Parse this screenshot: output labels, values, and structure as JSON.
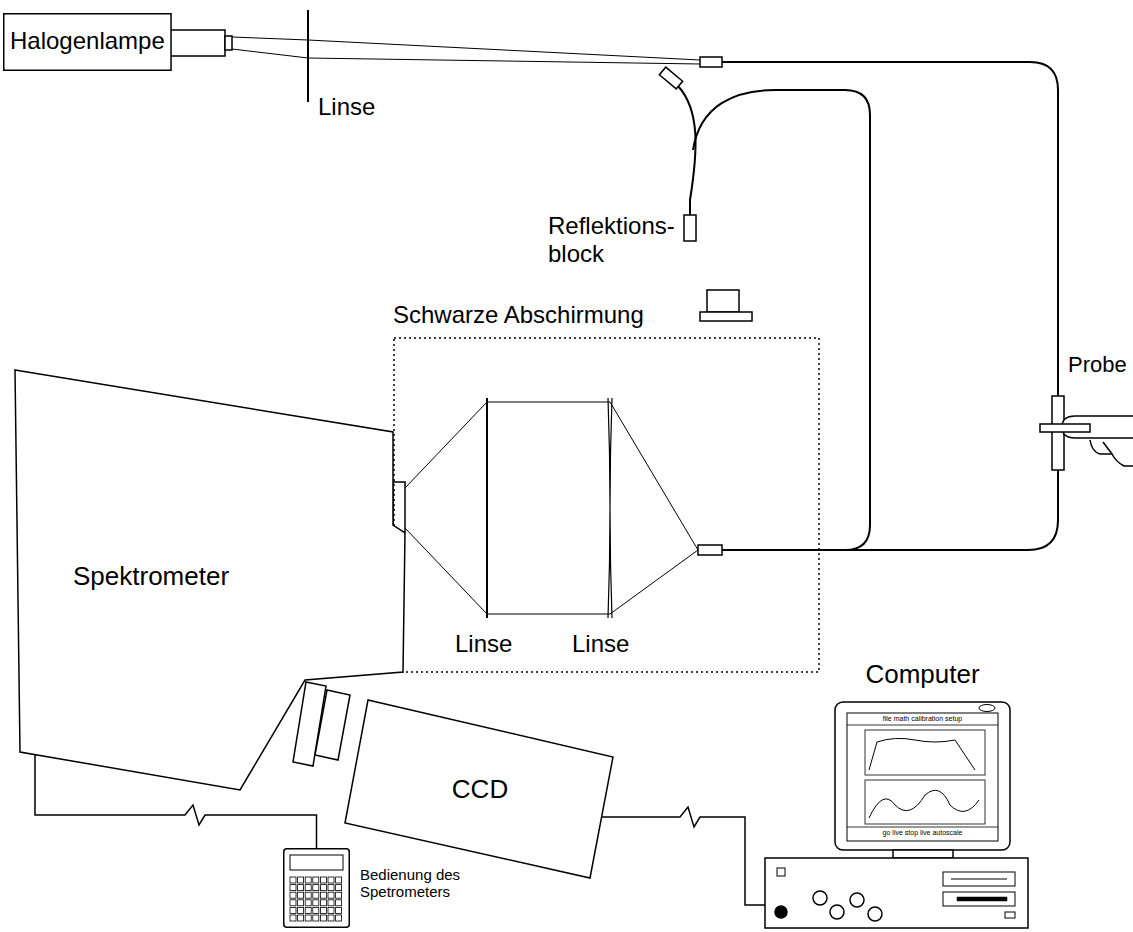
{
  "diagram": {
    "nodes": [
      {
        "text": [
          "Halogenlampe"
        ]
      },
      {
        "text": [
          "Schwarze Abschirmung"
        ]
      },
      {
        "text": [
          "Spektrometer"
        ]
      },
      {
        "text": [
          "CCD"
        ]
      },
      {
        "text": [
          "Computer",
          "file math calibration setup",
          "go live stop live autoscale"
        ]
      },
      {
        "text": [
          "Bedienung des Spetrometers"
        ]
      }
    ],
    "edges": [
      {
        "from": 2,
        "to": 5,
        "arrow": "none"
      },
      {
        "from": 3,
        "to": 4,
        "arrow": "none"
      }
    ],
    "labels": [
      "Linse",
      "Reflektions- block",
      "Probe",
      "Linse",
      "Linse"
    ]
  }
}
